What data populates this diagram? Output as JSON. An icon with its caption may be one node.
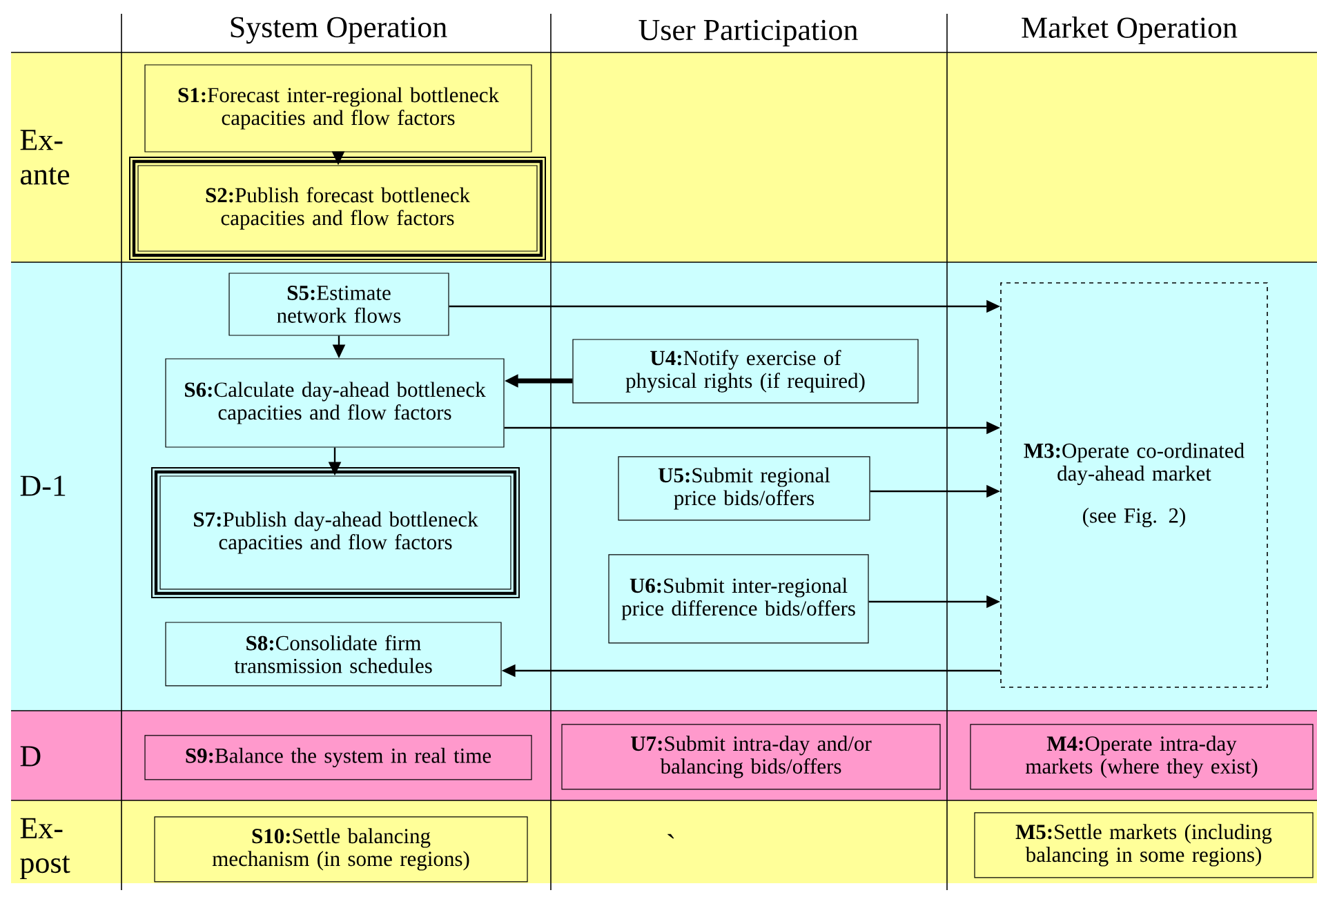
{
  "diagram": {
    "nodes": [
      {
        "text": [
          "**S1:**Forecast inter-regional bottleneck capacities and flow factors"
        ]
      },
      {
        "text": [
          "**S2:**Publish forecast bottleneck capacities and flow factors"
        ]
      },
      {
        "text": [
          "**S5:**Estimate network flows"
        ]
      },
      {
        "text": [
          "**S6:**Calculate day-ahead bottleneck capacities and flow factors"
        ]
      },
      {
        "text": [
          "**U4:**Notify exercise of physical rights (if required)"
        ]
      },
      {
        "text": [
          "**S7:**Publish day-ahead bottleneck capacities and flow factors"
        ]
      },
      {
        "text": [
          "**U5:**Submit regional price bids/offers"
        ]
      },
      {
        "text": [
          "**U6:**Submit inter-regional price difference bids/offers"
        ]
      },
      {
        "text": [
          "**S8:**Consolidate firm transmission schedules"
        ]
      },
      {
        "text": [
          "**M3:**Operate co-ordinated day-ahead market",
          "(see Fig. 2)"
        ]
      },
      {
        "text": [
          "**S9:**Balance the system in real time"
        ]
      },
      {
        "text": [
          "**U7:**Submit intra-day and/or balancing bids/offers"
        ]
      },
      {
        "text": [
          "**M4:**Operate intra-day markets (where they exist)"
        ]
      },
      {
        "text": [
          "**S10:**Settle balancing mechanism (in some regions)"
        ]
      },
      {
        "text": [
          "**M5:**Settle markets (including balancing in some regions)"
        ]
      }
    ],
    "edges": [
      {
        "from": 0,
        "to": 1,
        "arrow": "to"
      },
      {
        "from": 2,
        "to": 3,
        "arrow": "to"
      },
      {
        "from": 3,
        "to": 5,
        "arrow": "to"
      },
      {
        "from": 2,
        "to": 9,
        "arrow": "to"
      },
      {
        "from": 4,
        "to": 3,
        "arrow": "to",
        "style": "thick"
      },
      {
        "from": 3,
        "to": 9,
        "arrow": "to"
      },
      {
        "from": 6,
        "to": 9,
        "arrow": "to"
      },
      {
        "from": 7,
        "to": 9,
        "arrow": "to"
      },
      {
        "from": 9,
        "to": 8,
        "arrow": "to"
      }
    ],
    "labels": [
      "System Operation",
      "User Participation",
      "Market Operation",
      "Ex-ante",
      "D-1",
      "D",
      "Ex-post",
      "`"
    ]
  }
}
